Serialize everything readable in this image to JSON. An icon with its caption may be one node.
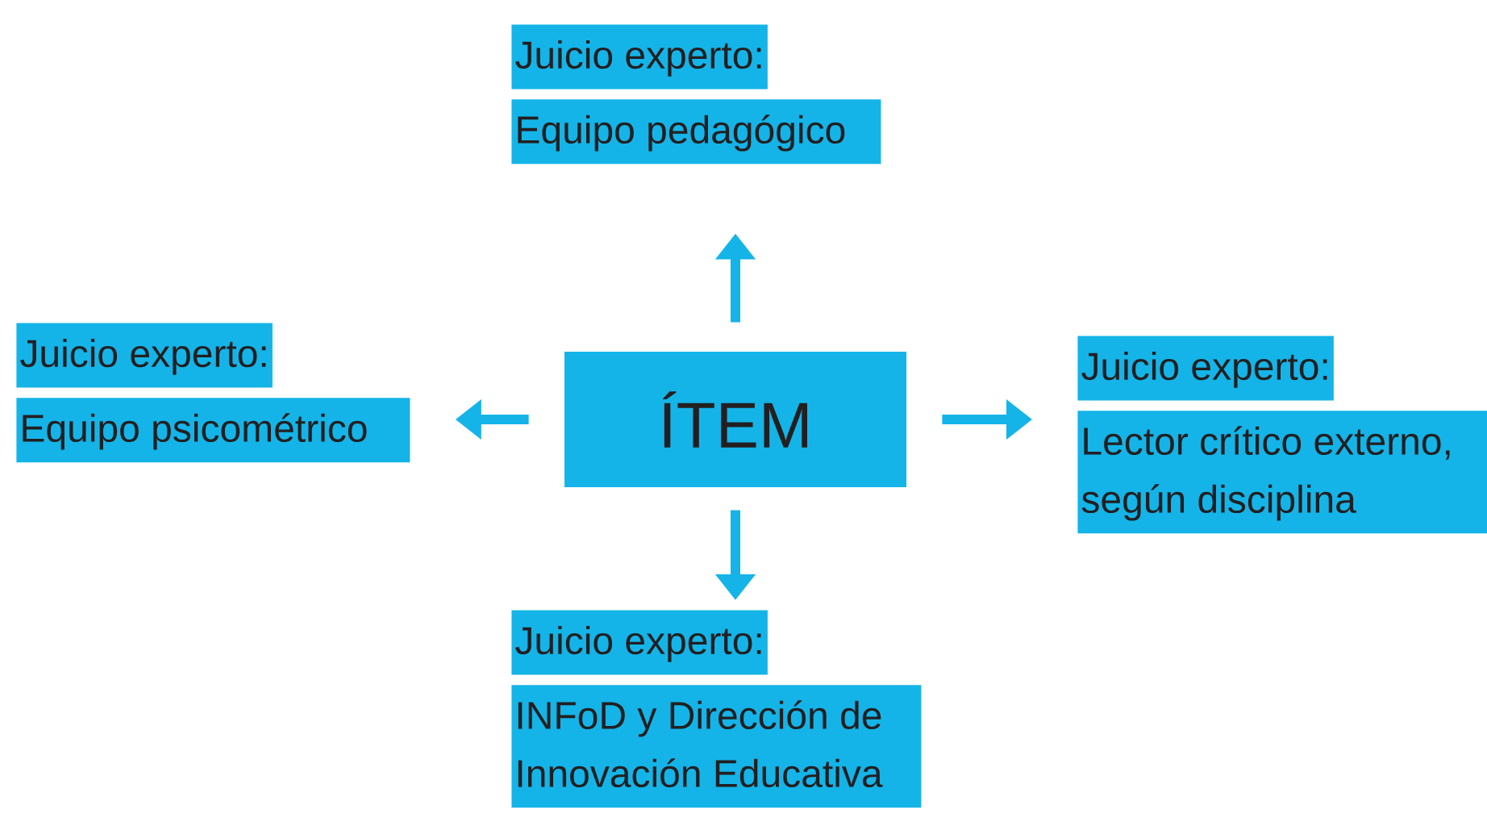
{
  "diagram": {
    "nodes": [
      {
        "text": [
          "ÍTEM"
        ]
      },
      {
        "text": [
          "Juicio experto:",
          "Equipo pedagógico"
        ]
      },
      {
        "text": [
          "Juicio experto:",
          "Equipo psicométrico"
        ]
      },
      {
        "text": [
          "Juicio experto:",
          "Lector crítico externo, según disciplina"
        ]
      },
      {
        "text": [
          "Juicio experto:",
          "INFoD y Dirección de Innovación Educativa"
        ]
      }
    ],
    "edges": [
      {
        "from": 0,
        "to": 1,
        "arrow": "to"
      },
      {
        "from": 0,
        "to": 2,
        "arrow": "to"
      },
      {
        "from": 0,
        "to": 3,
        "arrow": "to"
      },
      {
        "from": 0,
        "to": 4,
        "arrow": "to"
      }
    ]
  }
}
